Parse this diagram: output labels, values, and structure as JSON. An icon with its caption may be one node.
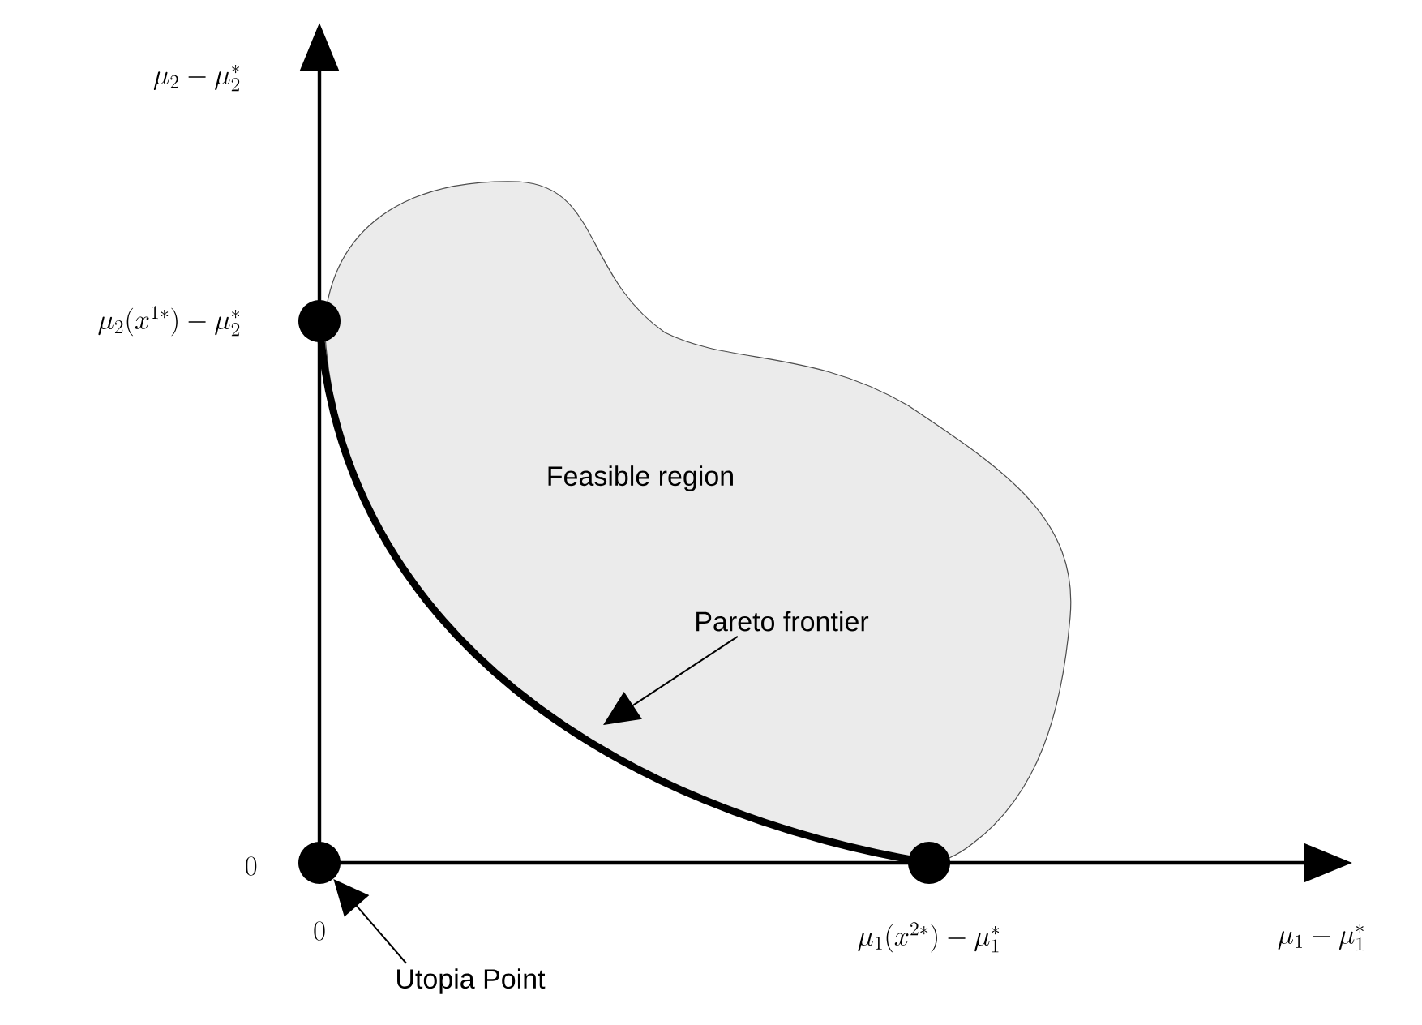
{
  "diagram": {
    "nodes": [
      {
        "text": [
          "Feasible region"
        ]
      },
      {
        "text": [],
        "shape": "circle"
      },
      {
        "text": [
          "Pareto frontier"
        ],
        "in": 0
      },
      {
        "text": [],
        "shape": "circle"
      },
      {
        "text": [],
        "shape": "circle"
      },
      {
        "text": [
          "Utopia Point"
        ]
      }
    ],
    "edges": [
      {
        "from": 1,
        "to": 4,
        "arrow": "none",
        "style": "thick"
      },
      {
        "from": 2,
        "to": null,
        "arrow": "to"
      },
      {
        "from": 5,
        "to": 3,
        "arrow": "to"
      }
    ],
    "labels": [
      "\\mu_2 - \\mu_2^*",
      "\\mu_2(x^{1*}) - \\mu_2^*",
      "0",
      "0",
      "\\mu_1(x^{2*}) - \\mu_1^*",
      "\\mu_1 - \\mu_1^*"
    ]
  }
}
